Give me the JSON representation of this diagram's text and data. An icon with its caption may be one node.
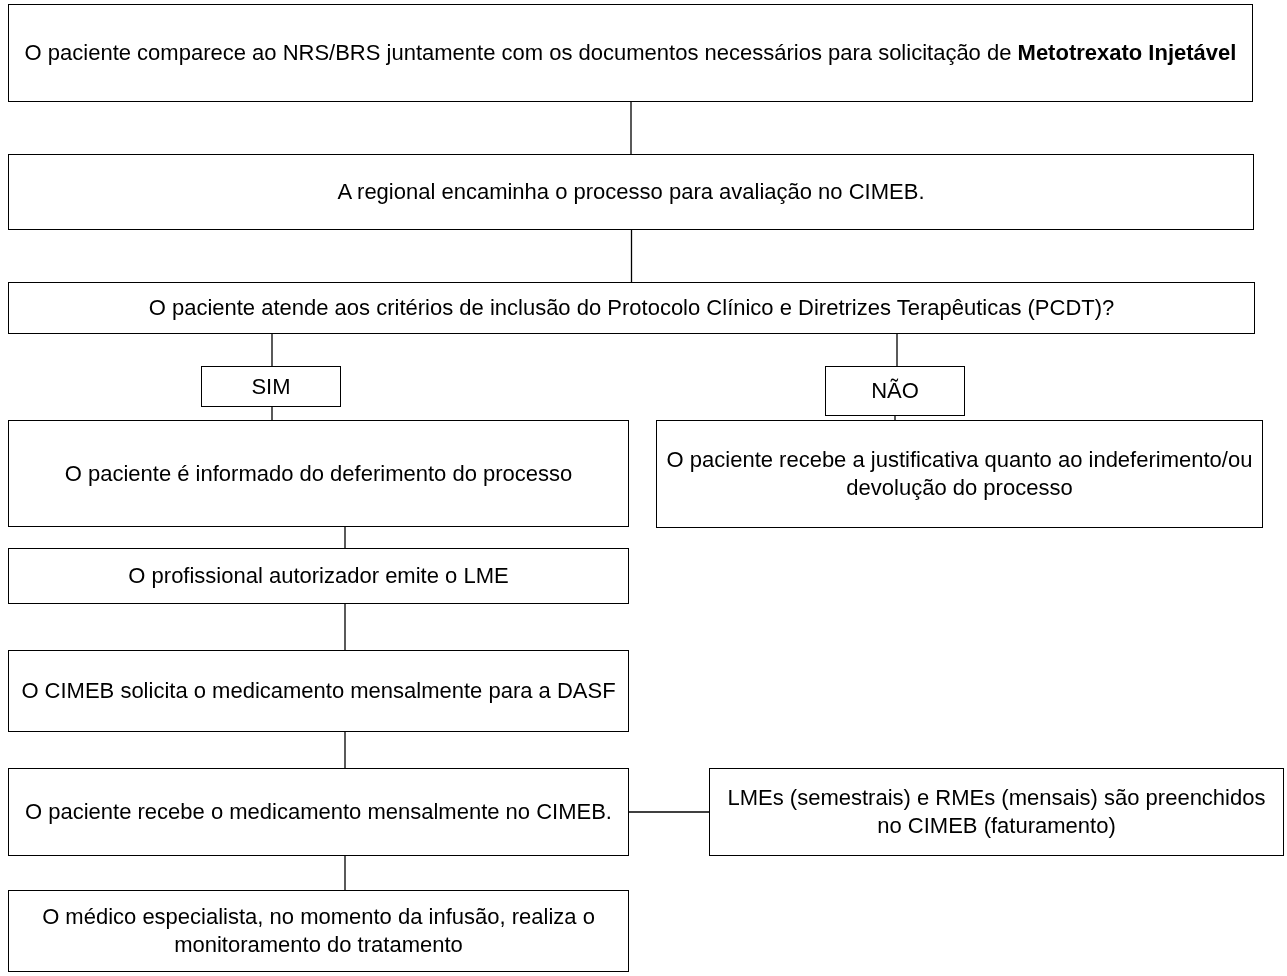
{
  "diagram": {
    "nodes": [
      {
        "text": [
          "O paciente comparece ao NRS/BRS juntamente com os documentos necessários para solicitação de **Metotrexato Injetável**"
        ]
      },
      {
        "text": [
          "A regional encaminha o processo para avaliação no CIMEB."
        ]
      },
      {
        "text": [
          "O paciente atende aos critérios de inclusão do Protocolo Clínico e Diretrizes Terapêuticas (PCDT)?"
        ]
      },
      {
        "text": [
          "SIM"
        ]
      },
      {
        "text": [
          "NÃO"
        ]
      },
      {
        "text": [
          "O paciente é informado do deferimento do processo"
        ]
      },
      {
        "text": [
          "O paciente recebe a justificativa quanto ao indeferimento/ou devolução do processo"
        ]
      },
      {
        "text": [
          "O profissional autorizador emite o LME"
        ]
      },
      {
        "text": [
          "O CIMEB solicita o medicamento mensalmente para a DASF"
        ]
      },
      {
        "text": [
          "O paciente recebe o medicamento mensalmente no CIMEB."
        ]
      },
      {
        "text": [
          "LMEs (semestrais) e RMEs (mensais) são preenchidos no CIMEB (faturamento)"
        ]
      },
      {
        "text": [
          "O médico especialista, no momento da infusão, realiza o monitoramento do tratamento"
        ]
      }
    ],
    "edges": [
      {
        "from": 0,
        "to": 1,
        "arrow": "none"
      },
      {
        "from": 1,
        "to": 2,
        "arrow": "none"
      },
      {
        "from": 2,
        "to": 3,
        "arrow": "none"
      },
      {
        "from": 3,
        "to": 5,
        "arrow": "none"
      },
      {
        "from": 2,
        "to": 4,
        "arrow": "none"
      },
      {
        "from": 4,
        "to": 6,
        "arrow": "none"
      },
      {
        "from": 5,
        "to": 7,
        "arrow": "none"
      },
      {
        "from": 7,
        "to": 8,
        "arrow": "none"
      },
      {
        "from": 8,
        "to": 9,
        "arrow": "none"
      },
      {
        "from": 9,
        "to": 10,
        "arrow": "none"
      },
      {
        "from": 9,
        "to": 11,
        "arrow": "none"
      }
    ]
  }
}
